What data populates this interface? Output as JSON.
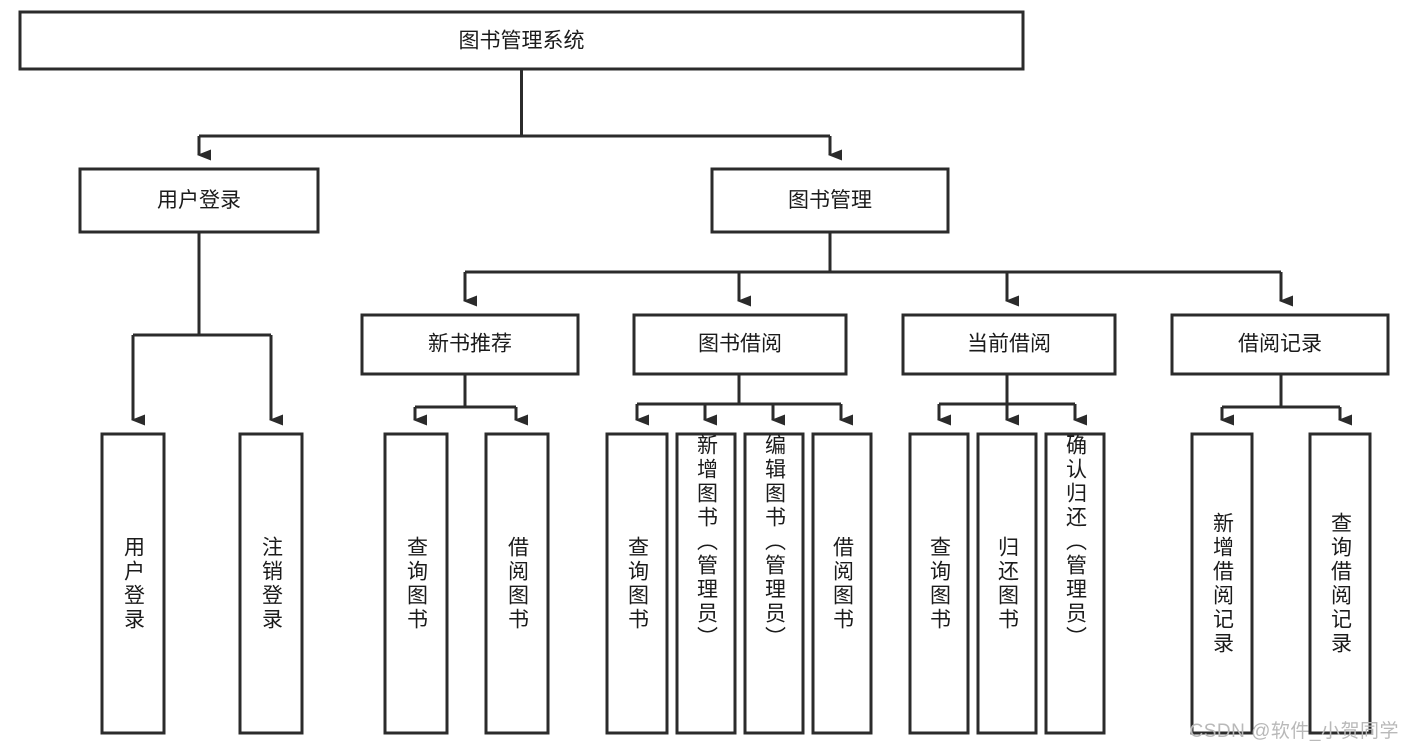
{
  "diagram": {
    "type": "tree-hierarchy-flowchart",
    "title": "图书管理系统",
    "orientation": "top-down",
    "arrow_style": "filled-triangle",
    "box_fill": "#ffffff",
    "box_stroke": "#2b2b2b",
    "text_color": "#1b1b1b",
    "background": "#ffffff",
    "levels": 4,
    "nodes": {
      "root": {
        "label": "图书管理系统",
        "level": 1
      },
      "level2": [
        {
          "id": "user-login",
          "label": "用户登录"
        },
        {
          "id": "book-manage",
          "label": "图书管理"
        }
      ],
      "level3": [
        {
          "id": "new-book-recommend",
          "label": "新书推荐",
          "parent": "book-manage"
        },
        {
          "id": "book-borrow",
          "label": "图书借阅",
          "parent": "book-manage"
        },
        {
          "id": "current-borrow",
          "label": "当前借阅",
          "parent": "book-manage"
        },
        {
          "id": "borrow-record",
          "label": "借阅记录",
          "parent": "book-manage"
        }
      ],
      "leaves": [
        {
          "id": "leaf-user-login",
          "label": "用户登录",
          "parent": "user-login"
        },
        {
          "id": "leaf-logout-login",
          "label": "注销登录",
          "parent": "user-login"
        },
        {
          "id": "leaf-query-book-1",
          "label": "查询图书",
          "parent": "new-book-recommend"
        },
        {
          "id": "leaf-borrow-book-1",
          "label": "借阅图书",
          "parent": "new-book-recommend"
        },
        {
          "id": "leaf-query-book-2",
          "label": "查询图书",
          "parent": "book-borrow"
        },
        {
          "id": "leaf-add-book",
          "label": "新增图书（管理员）",
          "parent": "book-borrow"
        },
        {
          "id": "leaf-edit-book",
          "label": "编辑图书（管理员）",
          "parent": "book-borrow"
        },
        {
          "id": "leaf-borrow-book-2",
          "label": "借阅图书",
          "parent": "book-borrow"
        },
        {
          "id": "leaf-query-book-3",
          "label": "查询图书",
          "parent": "current-borrow"
        },
        {
          "id": "leaf-return-book",
          "label": "归还图书",
          "parent": "current-borrow"
        },
        {
          "id": "leaf-confirm-return",
          "label": "确认归还（管理员）",
          "parent": "current-borrow"
        },
        {
          "id": "leaf-add-record",
          "label": "新增借阅记录",
          "parent": "borrow-record"
        },
        {
          "id": "leaf-query-record",
          "label": "查询借阅记录",
          "parent": "borrow-record"
        }
      ]
    }
  },
  "watermark": {
    "text": "CSDN @软件_小贺同学",
    "color": "#b9b9b9"
  }
}
